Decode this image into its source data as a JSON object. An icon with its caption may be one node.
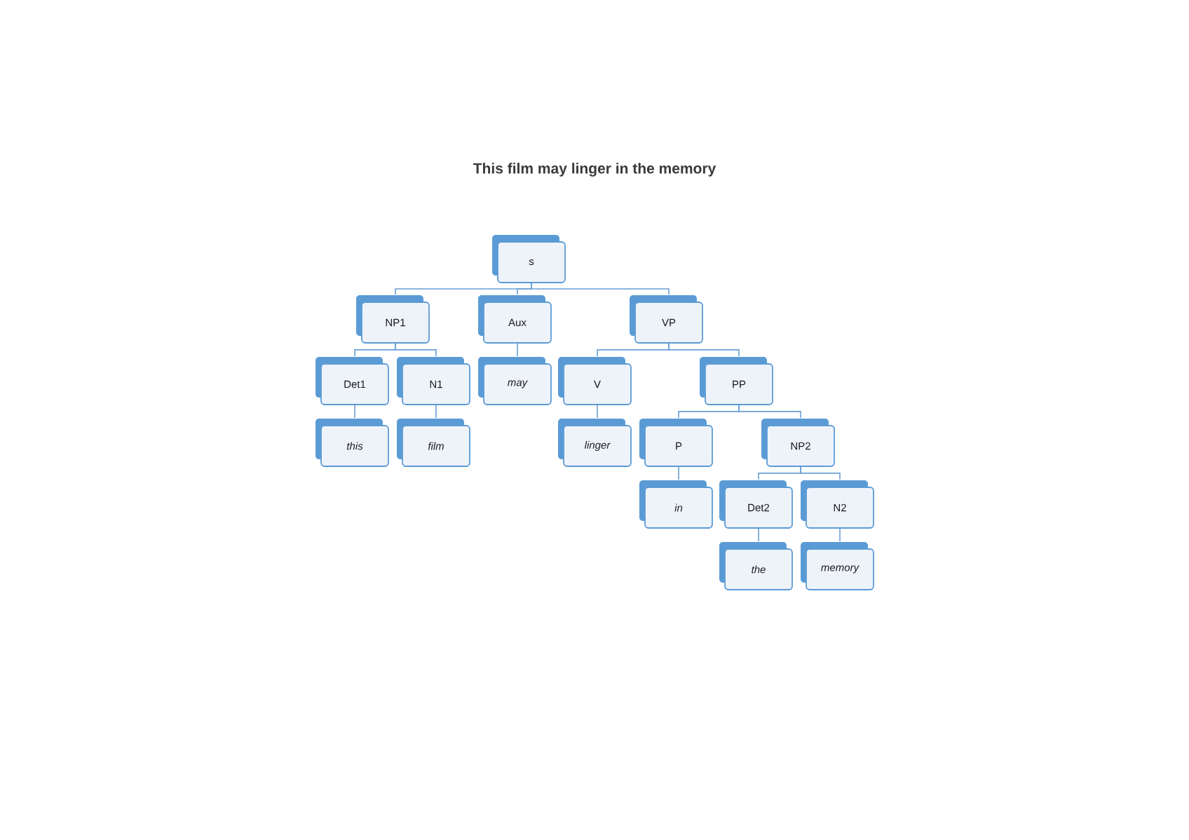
{
  "diagram": {
    "title": "This film may linger in the memory",
    "nodes": [
      {
        "text": [
          "s"
        ]
      },
      {
        "text": [
          "NP1"
        ]
      },
      {
        "text": [
          "Aux"
        ]
      },
      {
        "text": [
          "VP"
        ]
      },
      {
        "text": [
          "Det1"
        ]
      },
      {
        "text": [
          "N1"
        ]
      },
      {
        "text": [
          "may"
        ]
      },
      {
        "text": [
          "V"
        ]
      },
      {
        "text": [
          "PP"
        ]
      },
      {
        "text": [
          "this"
        ]
      },
      {
        "text": [
          "film"
        ]
      },
      {
        "text": [
          "linger"
        ]
      },
      {
        "text": [
          "P"
        ]
      },
      {
        "text": [
          "NP2"
        ]
      },
      {
        "text": [
          "in"
        ]
      },
      {
        "text": [
          "Det2"
        ]
      },
      {
        "text": [
          "N2"
        ]
      },
      {
        "text": [
          "the"
        ]
      },
      {
        "text": [
          "memory"
        ]
      }
    ],
    "edges": [
      {
        "from": 0,
        "to": 1,
        "arrow": "none"
      },
      {
        "from": 0,
        "to": 2,
        "arrow": "none"
      },
      {
        "from": 0,
        "to": 3,
        "arrow": "none"
      },
      {
        "from": 1,
        "to": 4,
        "arrow": "none"
      },
      {
        "from": 1,
        "to": 5,
        "arrow": "none"
      },
      {
        "from": 2,
        "to": 6,
        "arrow": "none"
      },
      {
        "from": 3,
        "to": 7,
        "arrow": "none"
      },
      {
        "from": 3,
        "to": 8,
        "arrow": "none"
      },
      {
        "from": 4,
        "to": 9,
        "arrow": "none"
      },
      {
        "from": 5,
        "to": 10,
        "arrow": "none"
      },
      {
        "from": 7,
        "to": 11,
        "arrow": "none"
      },
      {
        "from": 8,
        "to": 12,
        "arrow": "none"
      },
      {
        "from": 8,
        "to": 13,
        "arrow": "none"
      },
      {
        "from": 12,
        "to": 14,
        "arrow": "none"
      },
      {
        "from": 13,
        "to": 15,
        "arrow": "none"
      },
      {
        "from": 13,
        "to": 16,
        "arrow": "none"
      },
      {
        "from": 15,
        "to": 17,
        "arrow": "none"
      },
      {
        "from": 16,
        "to": 18,
        "arrow": "none"
      }
    ]
  }
}
